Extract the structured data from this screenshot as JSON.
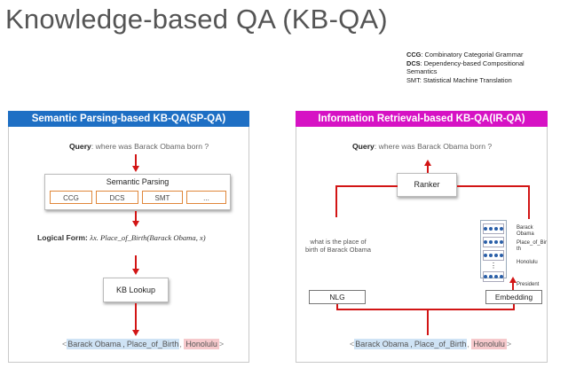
{
  "title": "Knowledge-based QA (KB-QA)",
  "legend": [
    {
      "abbr": "CCG",
      "text": ": Combinatory Categorial Grammar",
      "bold": true
    },
    {
      "abbr": "DCS",
      "text": ": Dependency-based Compositional Semantics",
      "bold": true
    },
    {
      "abbr": "SMT",
      "text": ": Statistical Machine Translation",
      "bold": false
    }
  ],
  "left_panel": {
    "header": "Semantic Parsing-based KB-QA(SP-QA)",
    "header_color": "#1e6fc4",
    "query_label": "Query",
    "query_text": ": where was Barack Obama born ?",
    "semantic_parsing_label": "Semantic Parsing",
    "sub_boxes": [
      "CCG",
      "DCS",
      "SMT",
      "..."
    ],
    "logical_form_label": "Logical Form:",
    "logical_form_expr": "λx. Place_of_Birth(Barack Obama, x)",
    "kb_lookup_label": "KB Lookup",
    "triple": {
      "open": "<",
      "subject": "Barack Obama",
      "sep1": ",",
      "relation": "Place_of_Birth",
      "sep2": ",",
      "object": "Honolulu",
      "close": ">"
    }
  },
  "right_panel": {
    "header": "Information Retrieval-based KB-QA(IR-QA)",
    "header_color": "#d612c4",
    "query_label": "Query",
    "query_text": ": where was Barack Obama born ?",
    "ranker_label": "Ranker",
    "nl_question": "what is the place of birth of Barack Obama",
    "nlg_label": "NLG",
    "embedding_label": "Embedding",
    "embedding_items": [
      "Barack Obama",
      "Place_of_Bir th",
      "Honolulu",
      "President"
    ],
    "triple": {
      "open": "<",
      "subject": "Barack Obama",
      "sep1": ",",
      "relation": "Place_of_Birth",
      "sep2": ",",
      "object": "Honolulu",
      "close": ">"
    }
  }
}
